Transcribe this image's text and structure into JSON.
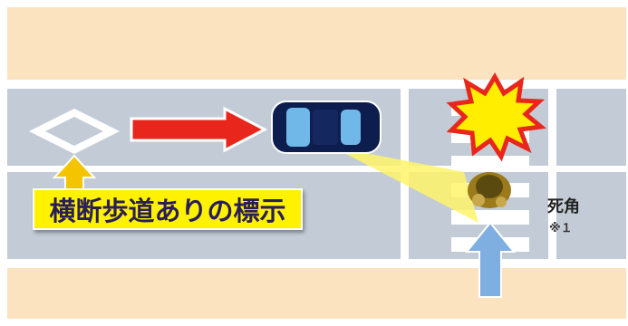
{
  "sign_label": "横断歩道ありの標示",
  "blind_spot": {
    "label": "死角",
    "note": "※１"
  },
  "colors": {
    "road": "#c3ccd6",
    "sidewalk": "#fbe3c0",
    "car_body": "#0d1d4e",
    "red_arrow": "#e8261c",
    "blue_arrow": "#7faee0",
    "yellow_arrow": "#f5c400",
    "sign_box": "#fff200",
    "sight_cone": "#fff36a",
    "burst_red": "#e8261c",
    "burst_yellow": "#ffee00"
  },
  "icons": {
    "car": "car-topview-icon",
    "pedestrian": "pedestrian-topview-icon",
    "collision": "collision-burst-icon",
    "diamond": "diamond-road-marking-icon"
  }
}
